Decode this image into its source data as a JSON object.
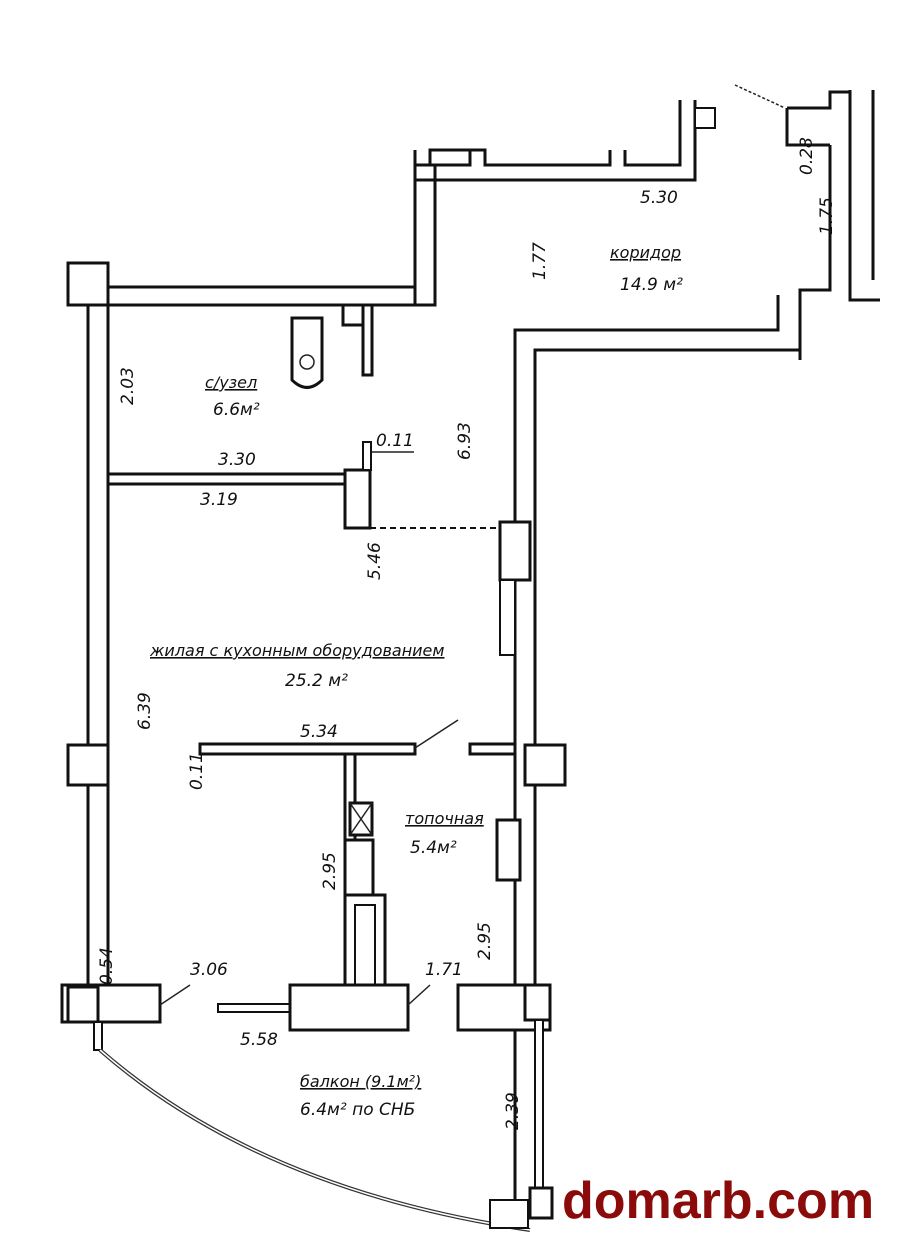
{
  "rooms": [
    {
      "name": "коридор",
      "area": "14.9 м²"
    },
    {
      "name": "с/узел",
      "area": "6.6м²"
    },
    {
      "name": "жилая с кухонным оборудованием",
      "area": "25.2 м²"
    },
    {
      "name": "топочная",
      "area": "5.4м²"
    },
    {
      "name": "балкон (9.1м²)",
      "area": "6.4м² по СНБ"
    }
  ],
  "dimensions": {
    "d530": "5.30",
    "d177": "1.77",
    "d028": "0.28",
    "d175": "1.75",
    "d203": "2.03",
    "d330": "3.30",
    "d011a": "0.11",
    "d693": "6.93",
    "d319": "3.19",
    "d546": "5.46",
    "d639": "6.39",
    "d534": "5.34",
    "d011b": "0.11",
    "d295a": "2.95",
    "d295b": "2.95",
    "d054": "0.54",
    "d306": "3.06",
    "d171": "1.71",
    "d558": "5.58",
    "d239": "2.39"
  },
  "watermark": "domarb.com"
}
